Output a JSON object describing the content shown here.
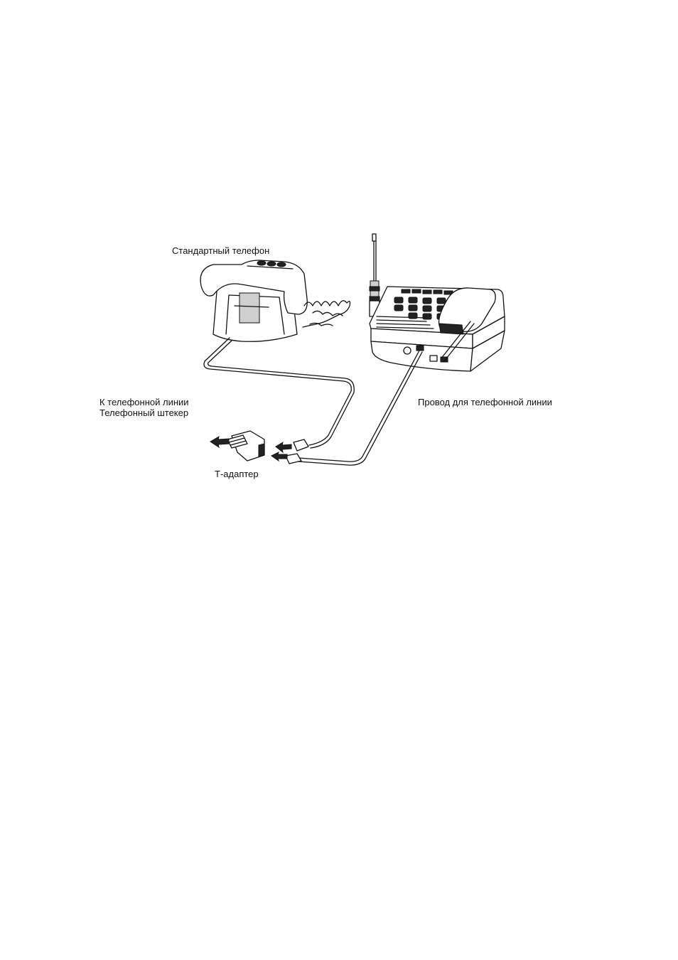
{
  "labels": {
    "standard_phone": "Стандартный телефон",
    "to_line": "К телефонной линии",
    "phone_plug": "Телефонный штекер",
    "line_cord": "Провод для телефонной линии",
    "t_adapter": "Т-адаптер"
  },
  "icons": [
    "standard-phone-icon",
    "cordless-base-icon",
    "antenna-icon",
    "t-adapter-icon",
    "modular-plug-icon",
    "arrow-left-icon"
  ]
}
